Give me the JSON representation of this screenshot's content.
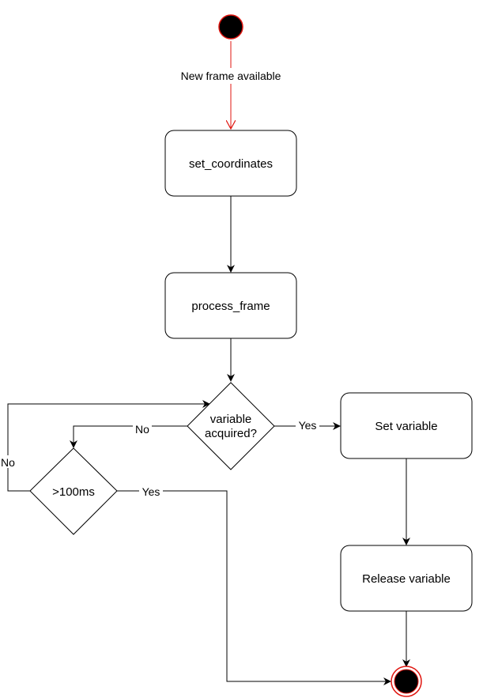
{
  "diagram": {
    "nodes": {
      "start": {
        "kind": "initial"
      },
      "set_coordinates": {
        "label": "set_coordinates"
      },
      "process_frame": {
        "label": "process_frame"
      },
      "variable_acquired": {
        "label_line1": "variable",
        "label_line2": "acquired?"
      },
      "timeout": {
        "label": ">100ms"
      },
      "set_variable": {
        "label": "Set variable"
      },
      "release_variable": {
        "label": "Release variable"
      },
      "end": {
        "kind": "final"
      }
    },
    "edges": {
      "new_frame": {
        "label": "New frame available"
      },
      "acquired_yes": {
        "label": "Yes"
      },
      "acquired_no": {
        "label": "No"
      },
      "timeout_no": {
        "label": "No"
      },
      "timeout_yes": {
        "label": "Yes"
      }
    },
    "colors": {
      "stroke": "#000000",
      "start_accent": "#e0150f",
      "node_fill": "#ffffff",
      "terminal_fill": "#000000"
    }
  }
}
